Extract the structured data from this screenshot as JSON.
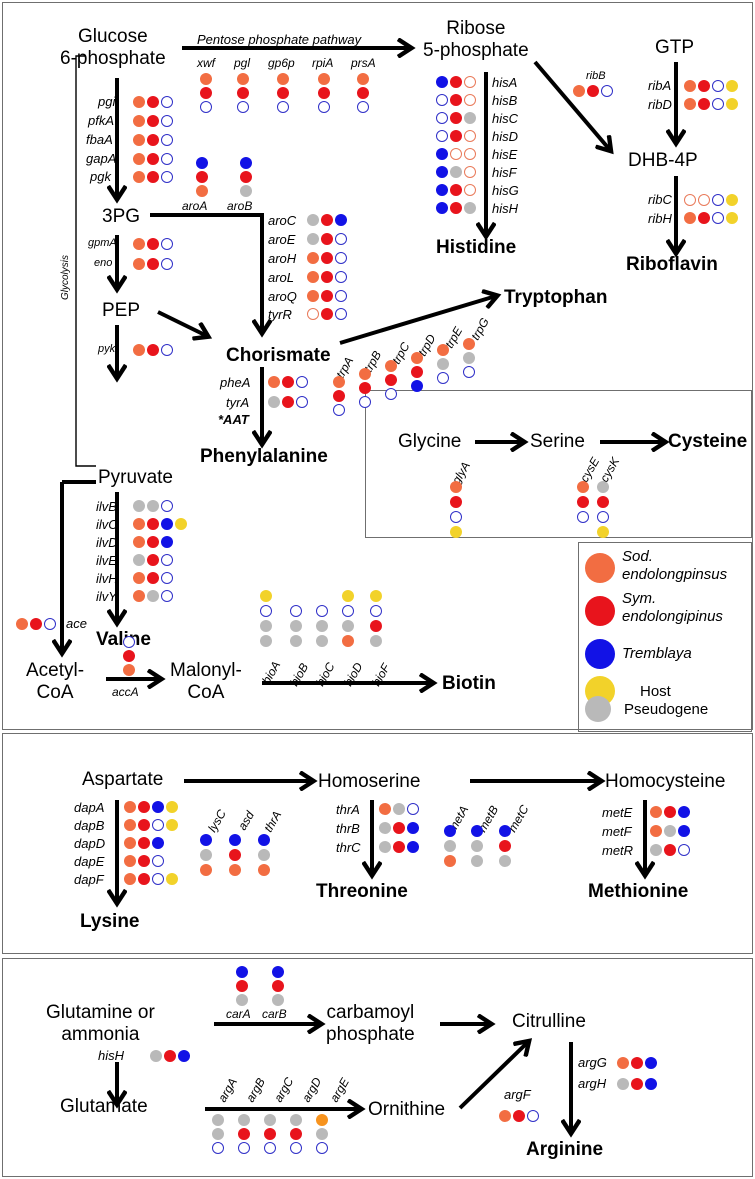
{
  "metabolites": {
    "glucose6p": "Glucose\n6-phosphate",
    "ribose5p": "Ribose\n5-phosphate",
    "gtp": "GTP",
    "dhb4p": "DHB-4P",
    "pg3": "3PG",
    "pep": "PEP",
    "chorismate": "Chorismate",
    "pyruvate": "Pyruvate",
    "glycine": "Glycine",
    "serine": "Serine",
    "acetylcoa": "Acetyl-\nCoA",
    "malonylcoa": "Malonyl-\nCoA",
    "aspartate": "Aspartate",
    "homoserine": "Homoserine",
    "homocysteine": "Homocysteine",
    "glutamine": "Glutamine or\nammonia",
    "carbamoyl": "carbamoyl\nphosphate",
    "citrulline": "Citrulline",
    "glutamate": "Glutamate",
    "ornithine": "Ornithine"
  },
  "products": {
    "histidine": "Histidine",
    "riboflavin": "Riboflavin",
    "tryptophan": "Tryptophan",
    "phenylalanine": "Phenylalanine",
    "cysteine": "Cysteine",
    "valine": "Valine",
    "biotin": "Biotin",
    "threonine": "Threonine",
    "methionine": "Methionine",
    "lysine": "Lysine",
    "arginine": "Arginine"
  },
  "pathway_labels": {
    "pentose": "Pentose phosphate pathway",
    "glycolysis": "Glycolysis",
    "aat": "*AAT"
  },
  "legend": [
    {
      "label": "Sod.\nendolongpinsus",
      "color": "#f26d42",
      "style": "italic"
    },
    {
      "label": "Sym.\nendolongipinus",
      "color": "#e8141c",
      "style": "italic"
    },
    {
      "label": "Tremblaya",
      "color": "#1212e6",
      "style": "italic"
    },
    {
      "label": "Host",
      "color": "#f2d22a",
      "style": "normal"
    },
    {
      "label": "Pseudogene",
      "color": "#b9b9b9",
      "style": "normal"
    }
  ],
  "genes": {
    "ppp": [
      "xwf",
      "pgl",
      "gp6p",
      "rpiA",
      "prsA"
    ],
    "glycolysis": [
      "pgi",
      "pfkA",
      "fbaA",
      "gapA",
      "pgk"
    ],
    "gpm": [
      "gpmA",
      "eno"
    ],
    "pyk": "pyk",
    "aro_ab": [
      "aroA",
      "aroB"
    ],
    "aro": [
      "aroC",
      "aroE",
      "aroH",
      "aroL",
      "aroQ",
      "tyrR"
    ],
    "phe": [
      "pheA",
      "tyrA"
    ],
    "his": [
      "hisA",
      "hisB",
      "hisC",
      "hisD",
      "hisE",
      "hisF",
      "hisG",
      "hisH"
    ],
    "ribB": "ribB",
    "rib_ad": [
      "ribA",
      "ribD"
    ],
    "rib_ch": [
      "ribC",
      "ribH"
    ],
    "trp": [
      "trpA",
      "trpB",
      "trpC",
      "trpD",
      "trpE",
      "trpG"
    ],
    "glyA": "glyA",
    "cys": [
      "cysE",
      "cysK"
    ],
    "ilv": [
      "ilvB",
      "ilvC",
      "ilvD",
      "ilvE",
      "ilvH",
      "ilvY"
    ],
    "ace": "ace",
    "accA": "accA",
    "bio": [
      "bioA",
      "bioB",
      "bioC",
      "bioD",
      "bioF"
    ],
    "dap": [
      "dapA",
      "dapB",
      "dapD",
      "dapE",
      "dapF"
    ],
    "lys_top": [
      "lysC",
      "asd",
      "thrA"
    ],
    "thr": [
      "thrA",
      "thrB",
      "thrC"
    ],
    "met_top": [
      "metA",
      "metB",
      "metC"
    ],
    "met": [
      "metE",
      "metF",
      "metR"
    ],
    "car": [
      "carA",
      "carB"
    ],
    "hisH2": "hisH",
    "arg_top": [
      "argA",
      "argB",
      "argC",
      "argD",
      "argE"
    ],
    "argF": "argF",
    "arg": [
      "argG",
      "argH"
    ]
  }
}
